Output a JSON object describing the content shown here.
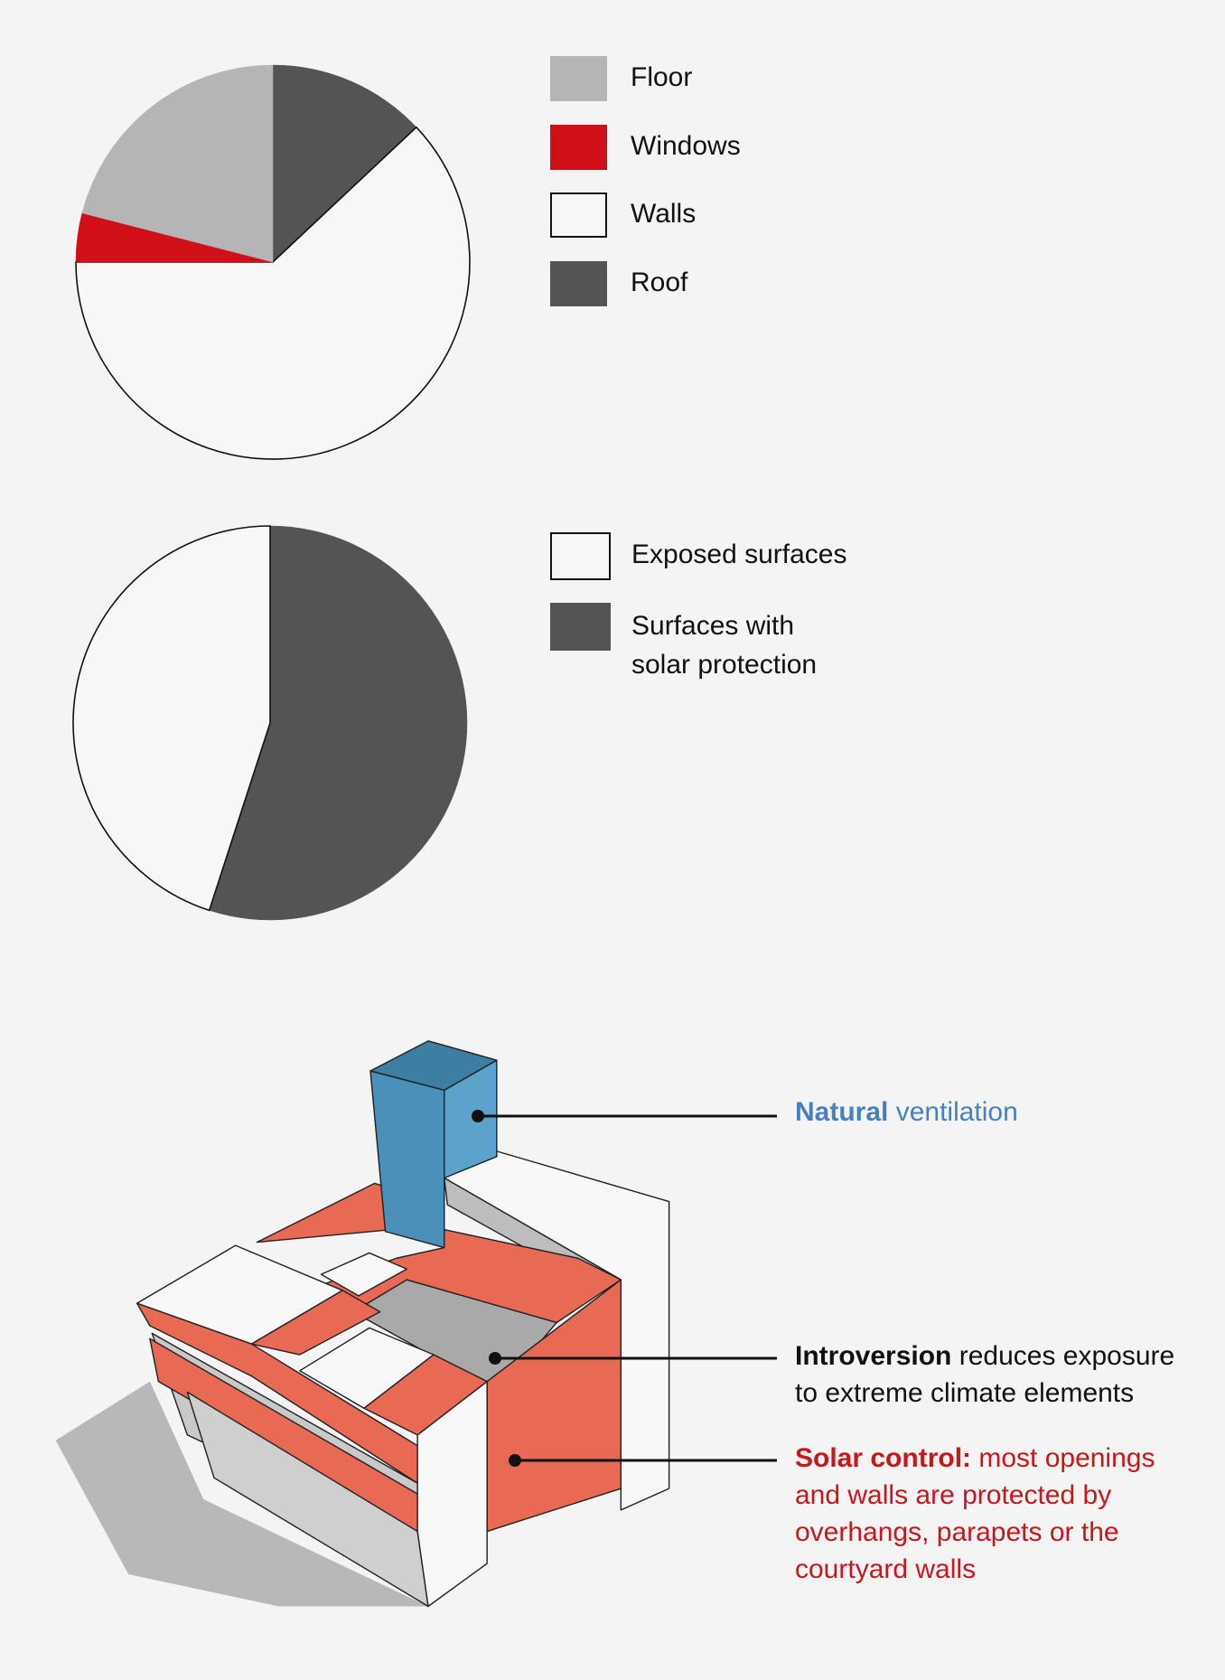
{
  "chart_data": [
    {
      "type": "pie",
      "title": "",
      "slices": [
        {
          "label": "Roof",
          "value": 13,
          "color": "#555354"
        },
        {
          "label": "Walls",
          "value": 62,
          "color": "#f7f7f7"
        },
        {
          "label": "Windows",
          "value": 4,
          "color": "#d10f18"
        },
        {
          "label": "Floor",
          "value": 21,
          "color": "#b5b5b5"
        }
      ],
      "legend": [
        {
          "label": "Floor",
          "color": "#b5b5b5"
        },
        {
          "label": "Windows",
          "color": "#d10f18"
        },
        {
          "label": "Walls",
          "color": "#f7f7f7"
        },
        {
          "label": "Roof",
          "color": "#555354"
        }
      ],
      "legend_position": "right"
    },
    {
      "type": "pie",
      "title": "",
      "slices": [
        {
          "label": "Surfaces with solar protection",
          "value": 55,
          "color": "#555354"
        },
        {
          "label": "Exposed surfaces",
          "value": 45,
          "color": "#f7f7f7"
        }
      ],
      "legend": [
        {
          "label": "Exposed surfaces",
          "color": "#f7f7f7"
        },
        {
          "label": "Surfaces with solar protection",
          "lines": [
            "Surfaces with",
            "solar protection"
          ],
          "color": "#555354"
        }
      ],
      "legend_position": "right"
    }
  ],
  "diagram": {
    "callouts": [
      {
        "bold": "Natural",
        "rest": " ventilation",
        "color": "#4a7fbd",
        "lines": []
      },
      {
        "bold": "Introversion",
        "rest": " reduces exposure",
        "color": "#111111",
        "lines": [
          "to extreme climate elements"
        ]
      },
      {
        "bold": "Solar control:",
        "rest": " most openings",
        "color": "#c8161d",
        "lines": [
          "and walls are protected by",
          "overhangs, parapets or the",
          "courtyard walls"
        ]
      }
    ],
    "colors": {
      "tower": "#4a90b8",
      "red": "#e86a55",
      "shadow": "#b8b8b8"
    }
  }
}
